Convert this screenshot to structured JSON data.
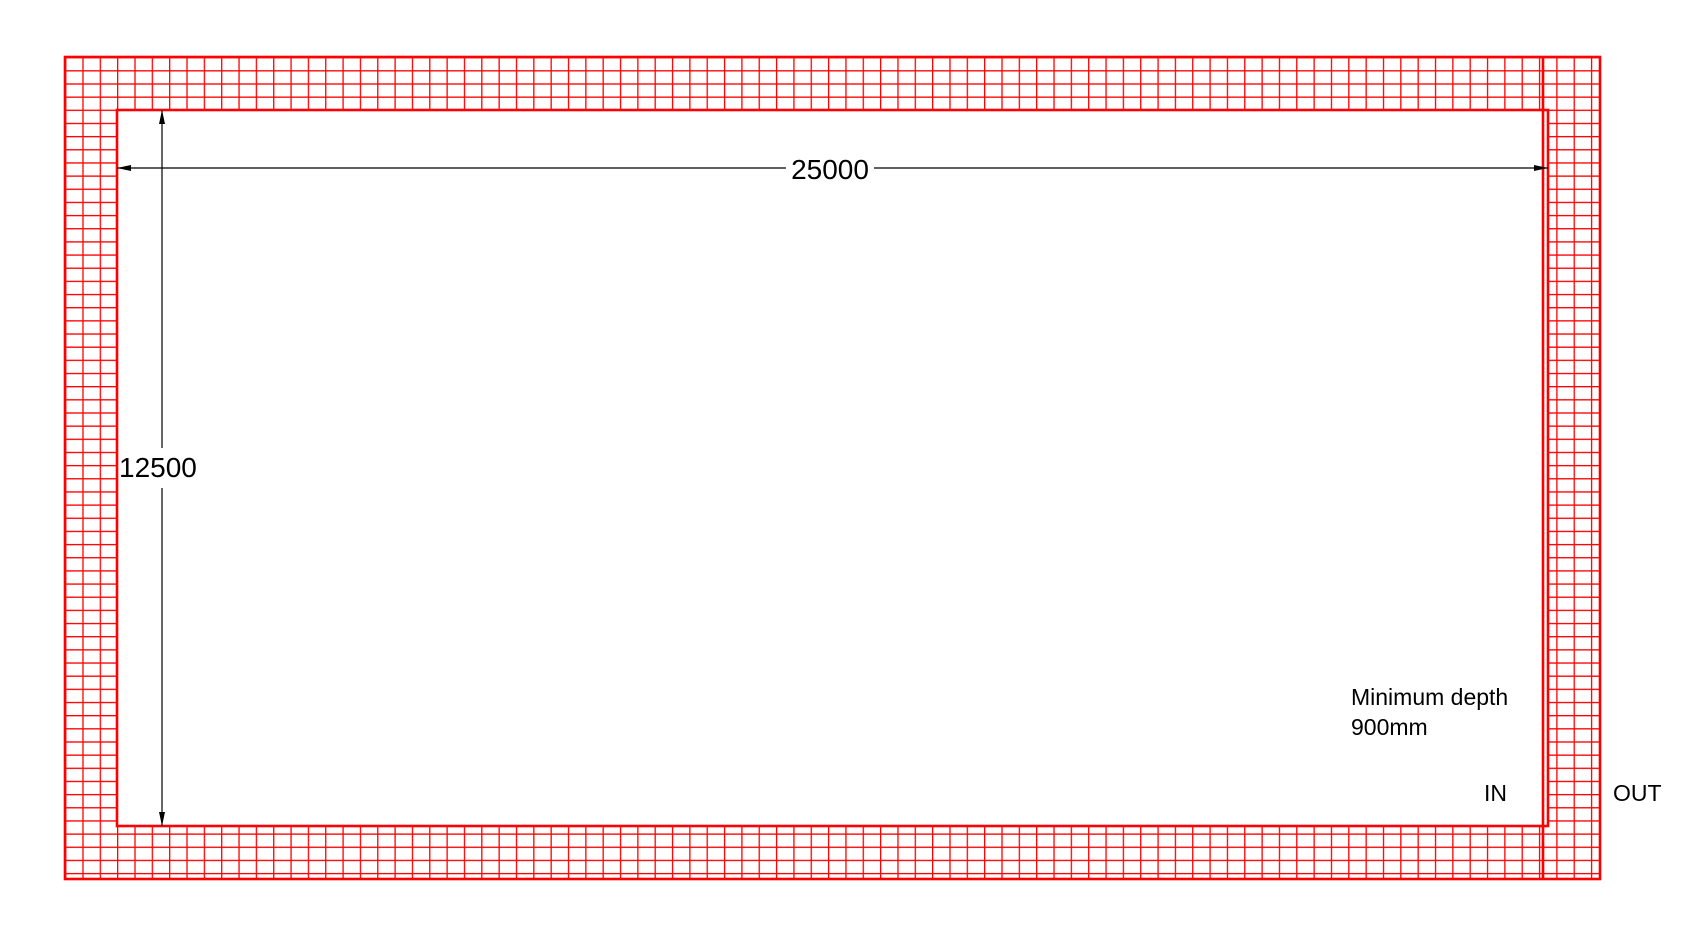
{
  "dimensions": {
    "length": "25000",
    "width": "12500"
  },
  "note": {
    "line1": "Minimum depth",
    "line2": "900mm"
  },
  "labels": {
    "inlet": "IN",
    "outlet": "OUT"
  },
  "colors": {
    "mesh": "#ff0000",
    "dimension": "#000000",
    "background": "#ffffff"
  }
}
